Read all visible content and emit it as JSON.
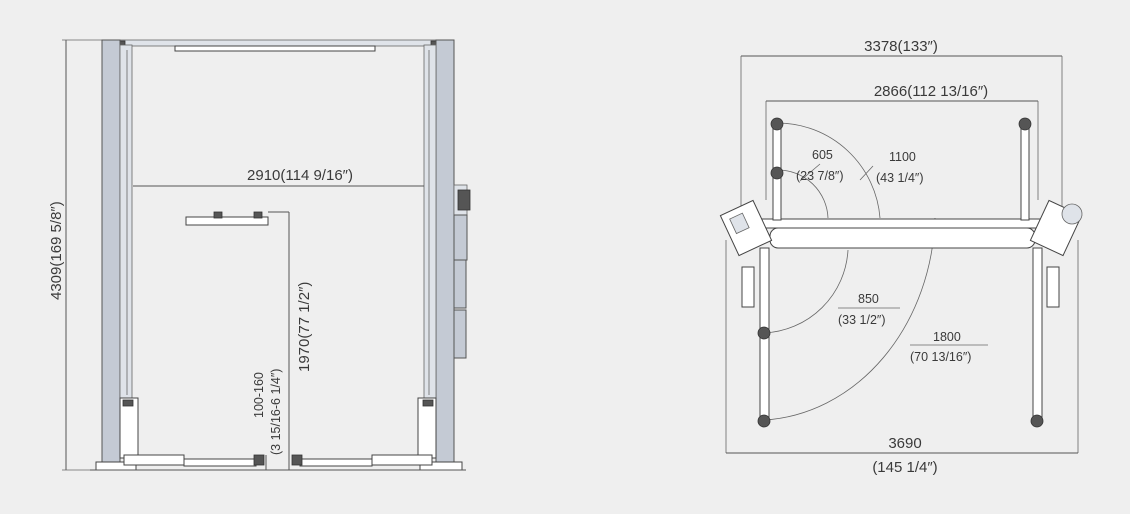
{
  "front_view": {
    "overall_height": "4309(169 5/8″)",
    "inner_width": "2910(114 9/16″)",
    "max_lift_height": "1970(77 1/2″)",
    "pad_height_metric": "100-160",
    "pad_height_imperial": "(3 15/16-6 1/4″)"
  },
  "top_view": {
    "overall_width": "3378(133″)",
    "column_spacing": "2866(112 13/16″)",
    "arm_short_min_metric": "605",
    "arm_short_min_imperial": "(23 7/8″)",
    "arm_short_max_metric": "1100",
    "arm_short_max_imperial": "(43 1/4″)",
    "arm_long_min_metric": "850",
    "arm_long_min_imperial": "(33 1/2″)",
    "arm_long_max_metric": "1800",
    "arm_long_max_imperial": "(70 13/16″)",
    "overall_length_metric": "3690",
    "overall_length_imperial": "(145 1/4″)"
  }
}
